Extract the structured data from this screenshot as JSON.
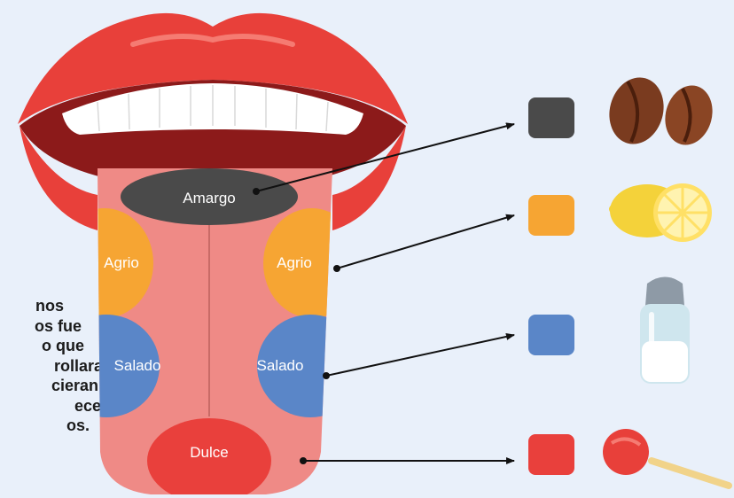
{
  "zones": {
    "bitter": "Amargo",
    "sour_left": "Agrio",
    "sour_right": "Agrio",
    "salty_left": "Salado",
    "salty_right": "Salado",
    "sweet": "Dulce"
  },
  "side_text": [
    "nos",
    "os fue",
    "o que",
    "rollaran",
    "cieran",
    "eceptores",
    "os."
  ],
  "colors": {
    "background": "#e9f0fa",
    "bitter": "#4a4a4a",
    "sour": "#f6a533",
    "salty": "#5a86c8",
    "sweet": "#e9403c",
    "tongue": "#ef8a86",
    "lips": "#e8403a"
  },
  "items": [
    {
      "taste": "bitter",
      "icon": "coffee-beans-icon"
    },
    {
      "taste": "sour",
      "icon": "lemon-icon"
    },
    {
      "taste": "salty",
      "icon": "salt-shaker-icon"
    },
    {
      "taste": "sweet",
      "icon": "lollipop-icon"
    }
  ]
}
